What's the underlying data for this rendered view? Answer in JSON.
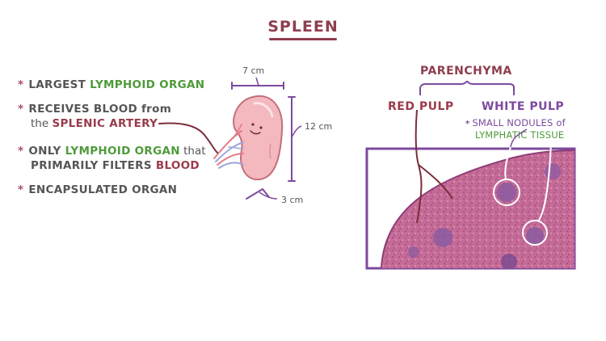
{
  "title": "SPLEEN",
  "bullets": [
    {
      "lines": [
        [
          {
            "t": "LARGEST ",
            "c": "gray"
          },
          {
            "t": "LYMPHOID ORGAN",
            "c": "green"
          }
        ]
      ]
    },
    {
      "lines": [
        [
          {
            "t": "RECEIVES BLOOD from",
            "c": "gray"
          }
        ],
        [
          {
            "t": "the ",
            "c": "gray-lc"
          },
          {
            "t": "SPLENIC ARTERY",
            "c": "maroon"
          }
        ]
      ]
    },
    {
      "lines": [
        [
          {
            "t": "ONLY ",
            "c": "gray"
          },
          {
            "t": "LYMPHOID ORGAN",
            "c": "green"
          },
          {
            "t": " that",
            "c": "gray-lc"
          }
        ],
        [
          {
            "t": "PRIMARILY FILTERS ",
            "c": "gray"
          },
          {
            "t": "BLOOD",
            "c": "maroon"
          }
        ]
      ]
    },
    {
      "lines": [
        [
          {
            "t": "ENCAPSULATED ORGAN",
            "c": "gray"
          }
        ]
      ]
    }
  ],
  "bullet_symbol": "*",
  "dimensions": {
    "width": "7 cm",
    "height": "12 cm",
    "depth": "3 cm"
  },
  "parenchyma": {
    "label": "PARENCHYMA",
    "red_pulp": "RED PULP",
    "white_pulp": "WHITE PULP",
    "white_pulp_note_line1": "SMALL NODULES of",
    "white_pulp_note_line2": "LYMPHATIC TISSUE"
  },
  "colors": {
    "title": "#8e3e4e",
    "gray": "#555555",
    "green": "#4e9a3a",
    "maroon": "#9a3a4a",
    "purple": "#7c4a9e",
    "spleen": "#f4b8bf",
    "tissue": "#c46b97"
  }
}
